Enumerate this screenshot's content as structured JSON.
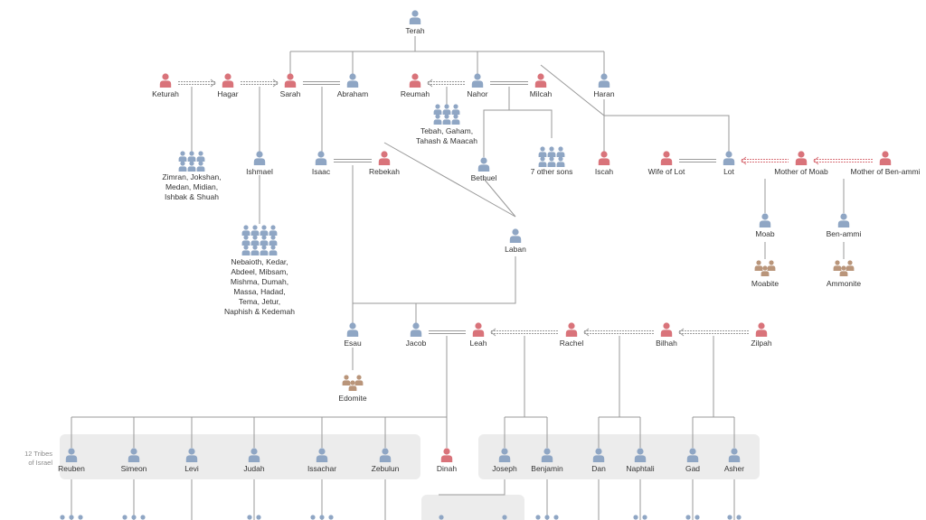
{
  "colors": {
    "male": "#8fa6c4",
    "female": "#d9737a",
    "people": "#b9957a",
    "line": "#999999",
    "spouse": "#9a9a9a",
    "concubine": "#d9737a",
    "group_bg": "#ececec"
  },
  "section_label": [
    "12 Tribes",
    "of Israel"
  ],
  "people": [
    {
      "id": "terah",
      "name": "Terah",
      "gender": "m"
    },
    {
      "id": "keturah",
      "name": "Keturah",
      "gender": "f"
    },
    {
      "id": "hagar",
      "name": "Hagar",
      "gender": "f"
    },
    {
      "id": "sarah",
      "name": "Sarah",
      "gender": "f"
    },
    {
      "id": "abraham",
      "name": "Abraham",
      "gender": "m"
    },
    {
      "id": "reumah",
      "name": "Reumah",
      "gender": "f"
    },
    {
      "id": "nahor",
      "name": "Nahor",
      "gender": "m"
    },
    {
      "id": "milcah",
      "name": "Milcah",
      "gender": "f"
    },
    {
      "id": "haran",
      "name": "Haran",
      "gender": "m"
    },
    {
      "id": "ishmael",
      "name": "Ishmael",
      "gender": "m"
    },
    {
      "id": "isaac",
      "name": "Isaac",
      "gender": "m"
    },
    {
      "id": "rebekah",
      "name": "Rebekah",
      "gender": "f"
    },
    {
      "id": "bethuel",
      "name": "Bethuel",
      "gender": "m"
    },
    {
      "id": "iscah",
      "name": "Iscah",
      "gender": "f"
    },
    {
      "id": "wife_of_lot",
      "name": "Wife of Lot",
      "gender": "f"
    },
    {
      "id": "lot",
      "name": "Lot",
      "gender": "m"
    },
    {
      "id": "mother_of_moab",
      "name": "Mother of Moab",
      "gender": "f"
    },
    {
      "id": "mother_of_ben_ammi",
      "name": "Mother of Ben-ammi",
      "gender": "f"
    },
    {
      "id": "moab",
      "name": "Moab",
      "gender": "m"
    },
    {
      "id": "ben_ammi",
      "name": "Ben-ammi",
      "gender": "m"
    },
    {
      "id": "laban",
      "name": "Laban",
      "gender": "m"
    },
    {
      "id": "esau",
      "name": "Esau",
      "gender": "m"
    },
    {
      "id": "jacob",
      "name": "Jacob",
      "gender": "m"
    },
    {
      "id": "leah",
      "name": "Leah",
      "gender": "f"
    },
    {
      "id": "rachel",
      "name": "Rachel",
      "gender": "f"
    },
    {
      "id": "bilhah",
      "name": "Bilhah",
      "gender": "f"
    },
    {
      "id": "zilpah",
      "name": "Zilpah",
      "gender": "f"
    },
    {
      "id": "reuben",
      "name": "Reuben",
      "gender": "m"
    },
    {
      "id": "simeon",
      "name": "Simeon",
      "gender": "m"
    },
    {
      "id": "levi",
      "name": "Levi",
      "gender": "m"
    },
    {
      "id": "judah",
      "name": "Judah",
      "gender": "m"
    },
    {
      "id": "issachar",
      "name": "Issachar",
      "gender": "m"
    },
    {
      "id": "zebulun",
      "name": "Zebulun",
      "gender": "m"
    },
    {
      "id": "dinah",
      "name": "Dinah",
      "gender": "f"
    },
    {
      "id": "joseph",
      "name": "Joseph",
      "gender": "m"
    },
    {
      "id": "benjamin",
      "name": "Benjamin",
      "gender": "m"
    },
    {
      "id": "dan",
      "name": "Dan",
      "gender": "m"
    },
    {
      "id": "naphtali",
      "name": "Naphtali",
      "gender": "m"
    },
    {
      "id": "gad",
      "name": "Gad",
      "gender": "m"
    },
    {
      "id": "asher",
      "name": "Asher",
      "gender": "m"
    }
  ],
  "groups": [
    {
      "id": "keturah_sons",
      "lines": [
        "Zimran, Jokshan,",
        "Medan, Midian,",
        "Ishbak & Shuah"
      ],
      "gender": "m"
    },
    {
      "id": "ishmael_sons",
      "lines": [
        "Nebaioth, Kedar,",
        "Abdeel, Mibsam,",
        "Mishma, Dumah,",
        "Massa, Hadad,",
        "Tema, Jetur,",
        "Naphish & Kedemah"
      ],
      "gender": "m"
    },
    {
      "id": "reumah_sons",
      "lines": [
        "Tebah, Gaham,",
        "Tahash & Maacah"
      ],
      "gender": "m"
    },
    {
      "id": "milcah_sons",
      "lines": [
        "7 other sons"
      ],
      "gender": "m"
    },
    {
      "id": "moabite",
      "lines": [
        "Moabite"
      ],
      "gender": "p"
    },
    {
      "id": "ammonite",
      "lines": [
        "Ammonite"
      ],
      "gender": "p"
    },
    {
      "id": "edomite",
      "lines": [
        "Edomite"
      ],
      "gender": "p"
    }
  ]
}
